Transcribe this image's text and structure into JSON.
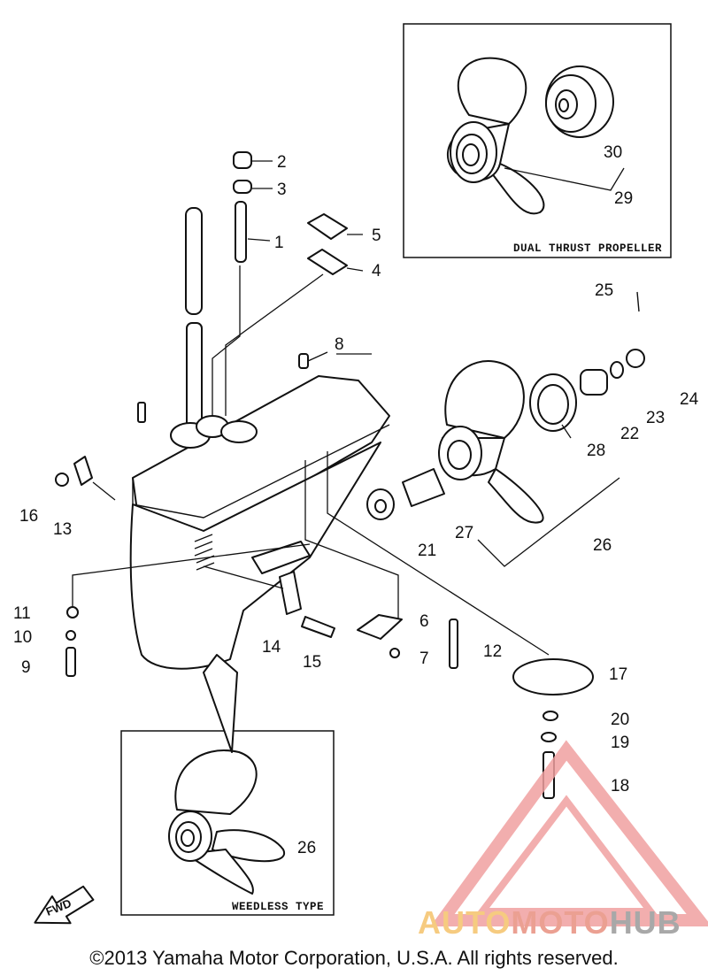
{
  "insets": {
    "dual_thrust": {
      "title": "DUAL THRUST PROPELLER"
    },
    "weedless": {
      "title": "WEEDLESS TYPE"
    }
  },
  "fwd_label": "FWD",
  "watermark": {
    "text_a": "AUTO",
    "text_b": "MOTO",
    "text_c": "HUB",
    "colors": {
      "a": "#f5c26b",
      "b": "#e8907f",
      "c": "#9a9a9a",
      "triangle": "#f0a0a0"
    }
  },
  "callouts": {
    "c1": "1",
    "c2": "2",
    "c3": "3",
    "c4": "4",
    "c5": "5",
    "c6": "6",
    "c7": "7",
    "c8": "8",
    "c9": "9",
    "c10": "10",
    "c11": "11",
    "c12": "12",
    "c13": "13",
    "c14": "14",
    "c15": "15",
    "c16": "16",
    "c17": "17",
    "c18": "18",
    "c19": "19",
    "c20": "20",
    "c21": "21",
    "c22": "22",
    "c23": "23",
    "c24": "24",
    "c25": "25",
    "c26": "26",
    "c26b": "26",
    "c27": "27",
    "c28": "28",
    "c29": "29",
    "c30": "30"
  },
  "copyright": "©2013 Yamaha Motor Corporation, U.S.A. All rights reserved."
}
